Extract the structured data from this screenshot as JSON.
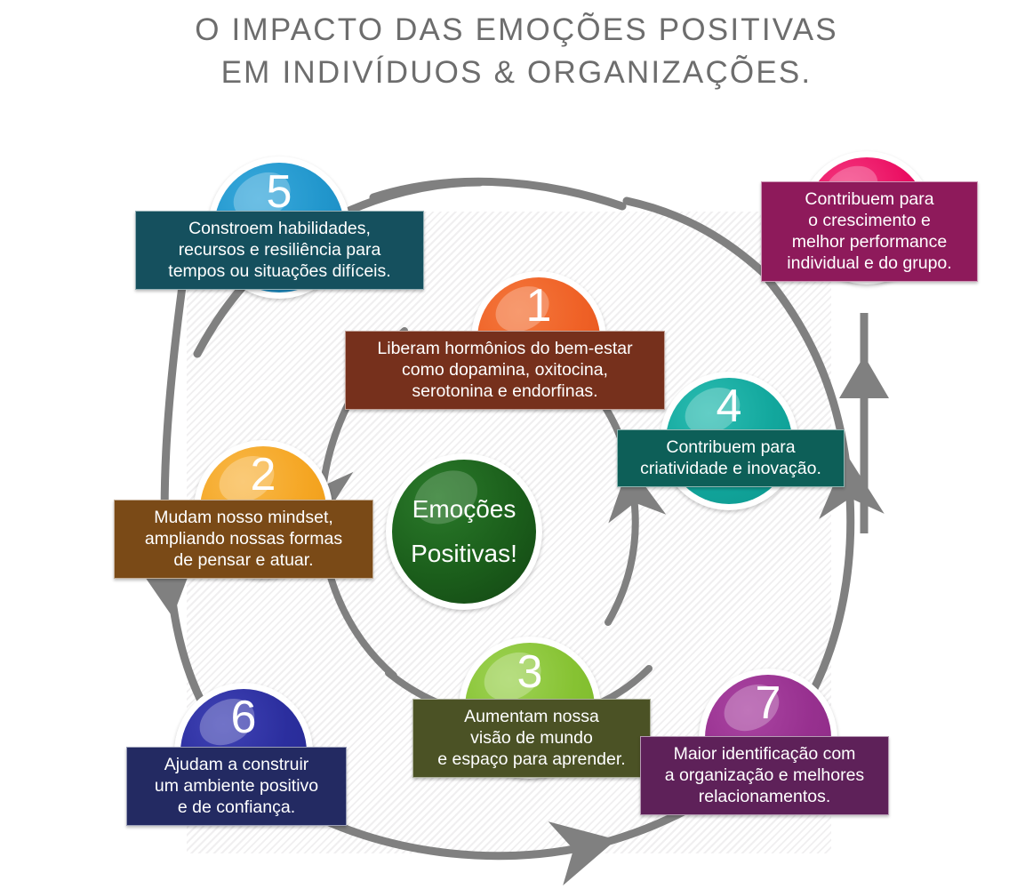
{
  "title": {
    "line1": "O IMPACTO DAS EMOÇÕES POSITIVAS",
    "line2": "EM INDIVÍDUOS & ORGANIZAÇÕES.",
    "color": "#6d6d6d"
  },
  "center": {
    "line1": "Emoções",
    "line2": "Positivas!",
    "ball_color": "#1b5e1b",
    "text_color": "#ffffff"
  },
  "palette": {
    "arrow_gray": "#808080",
    "stripe_bg": "#f0eff0",
    "page_bg": "#ffffff"
  },
  "nodes": [
    {
      "id": "node-1",
      "number": "1",
      "text": "Liberam hormônios do bem-estar\ncomo dopamina, oxitocina,\nserotonina e endorfinas.",
      "ball_color": "#ef6126",
      "ball_color_dark": "#e2521c",
      "label_color": "#76301c"
    },
    {
      "id": "node-2",
      "number": "2",
      "text": "Mudam nosso mindset,\nampliando nossas formas\nde pensar e atuar.",
      "ball_color": "#f5a623",
      "ball_color_dark": "#eb9712",
      "label_color": "#7a4a17"
    },
    {
      "id": "node-3",
      "number": "3",
      "text": "Aumentam nossa\nvisão de mundo\ne espaço para aprender.",
      "ball_color": "#86c232",
      "ball_color_dark": "#79b72a",
      "label_color": "#4b5225"
    },
    {
      "id": "node-4",
      "number": "4",
      "text": "Contribuem para\ncriatividade e inovação.",
      "ball_color": "#12a79d",
      "ball_color_dark": "#0c978e",
      "label_color": "#0d5f58"
    },
    {
      "id": "node-5",
      "number": "5",
      "text": "Constroem habilidades,\nrecursos  e resiliência para\ntempos ou situações difíceis.",
      "ball_color": "#2196cc",
      "ball_color_dark": "#1b86bd",
      "label_color": "#15505e"
    },
    {
      "id": "node-6",
      "number": "6",
      "text": "Ajudam a construir\num ambiente positivo\ne de confiança.",
      "ball_color": "#2b2e9e",
      "ball_color_dark": "#262a8f",
      "label_color": "#232a62"
    },
    {
      "id": "node-7",
      "number": "7",
      "text": "Maior identificação com\na organização e melhores\nrelacionamentos.",
      "ball_color": "#97308f",
      "ball_color_dark": "#8a2b83",
      "label_color": "#5e2159"
    },
    {
      "id": "node-outcome",
      "number": "",
      "text": "Contribuem para\no crescimento e\nmelhor performance\nindividual e do grupo.",
      "ball_color": "#ea0d61",
      "ball_color_dark": "#d70b59",
      "label_color": "#8e1a5b"
    }
  ]
}
